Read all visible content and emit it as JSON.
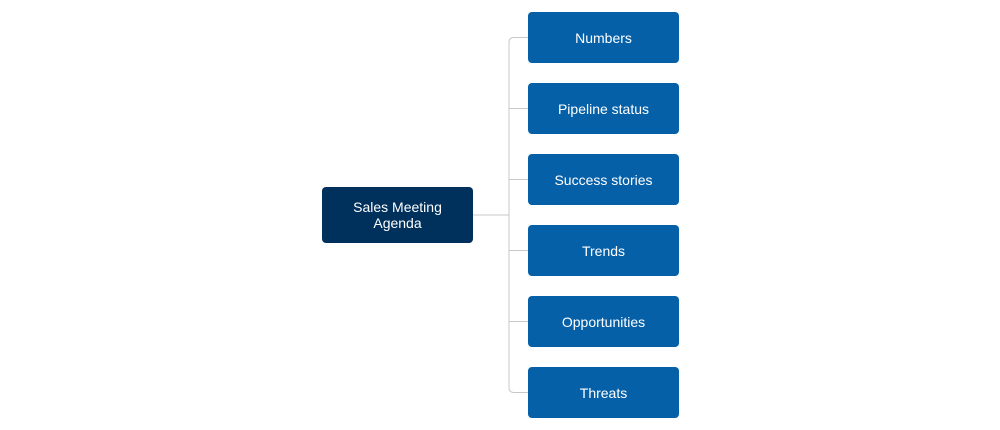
{
  "root": {
    "label": "Sales Meeting\nAgenda",
    "color": "#00305c"
  },
  "children": [
    {
      "label": "Numbers"
    },
    {
      "label": "Pipeline status"
    },
    {
      "label": "Success stories"
    },
    {
      "label": "Trends"
    },
    {
      "label": "Opportunities"
    },
    {
      "label": "Threats"
    }
  ],
  "colors": {
    "child_fill": "#0560a8",
    "connector": "#c8c8c8",
    "background": "#ffffff"
  }
}
